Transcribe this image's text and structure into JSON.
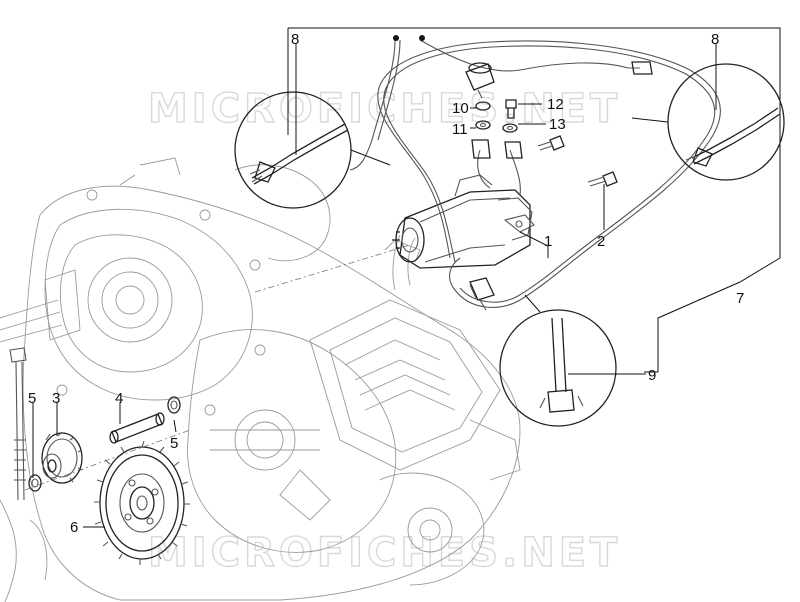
{
  "watermark": {
    "top": "MICROFICHES.NET",
    "bottom": "MICROFICHES.NET"
  },
  "callouts": {
    "c1": "1",
    "c2": "2",
    "c3": "3",
    "c4": "4",
    "c5a": "5",
    "c5b": "5",
    "c6": "6",
    "c7": "7",
    "c8a": "8",
    "c8b": "8",
    "c9": "9",
    "c10": "10",
    "c11": "11",
    "c12": "12",
    "c13": "13"
  }
}
